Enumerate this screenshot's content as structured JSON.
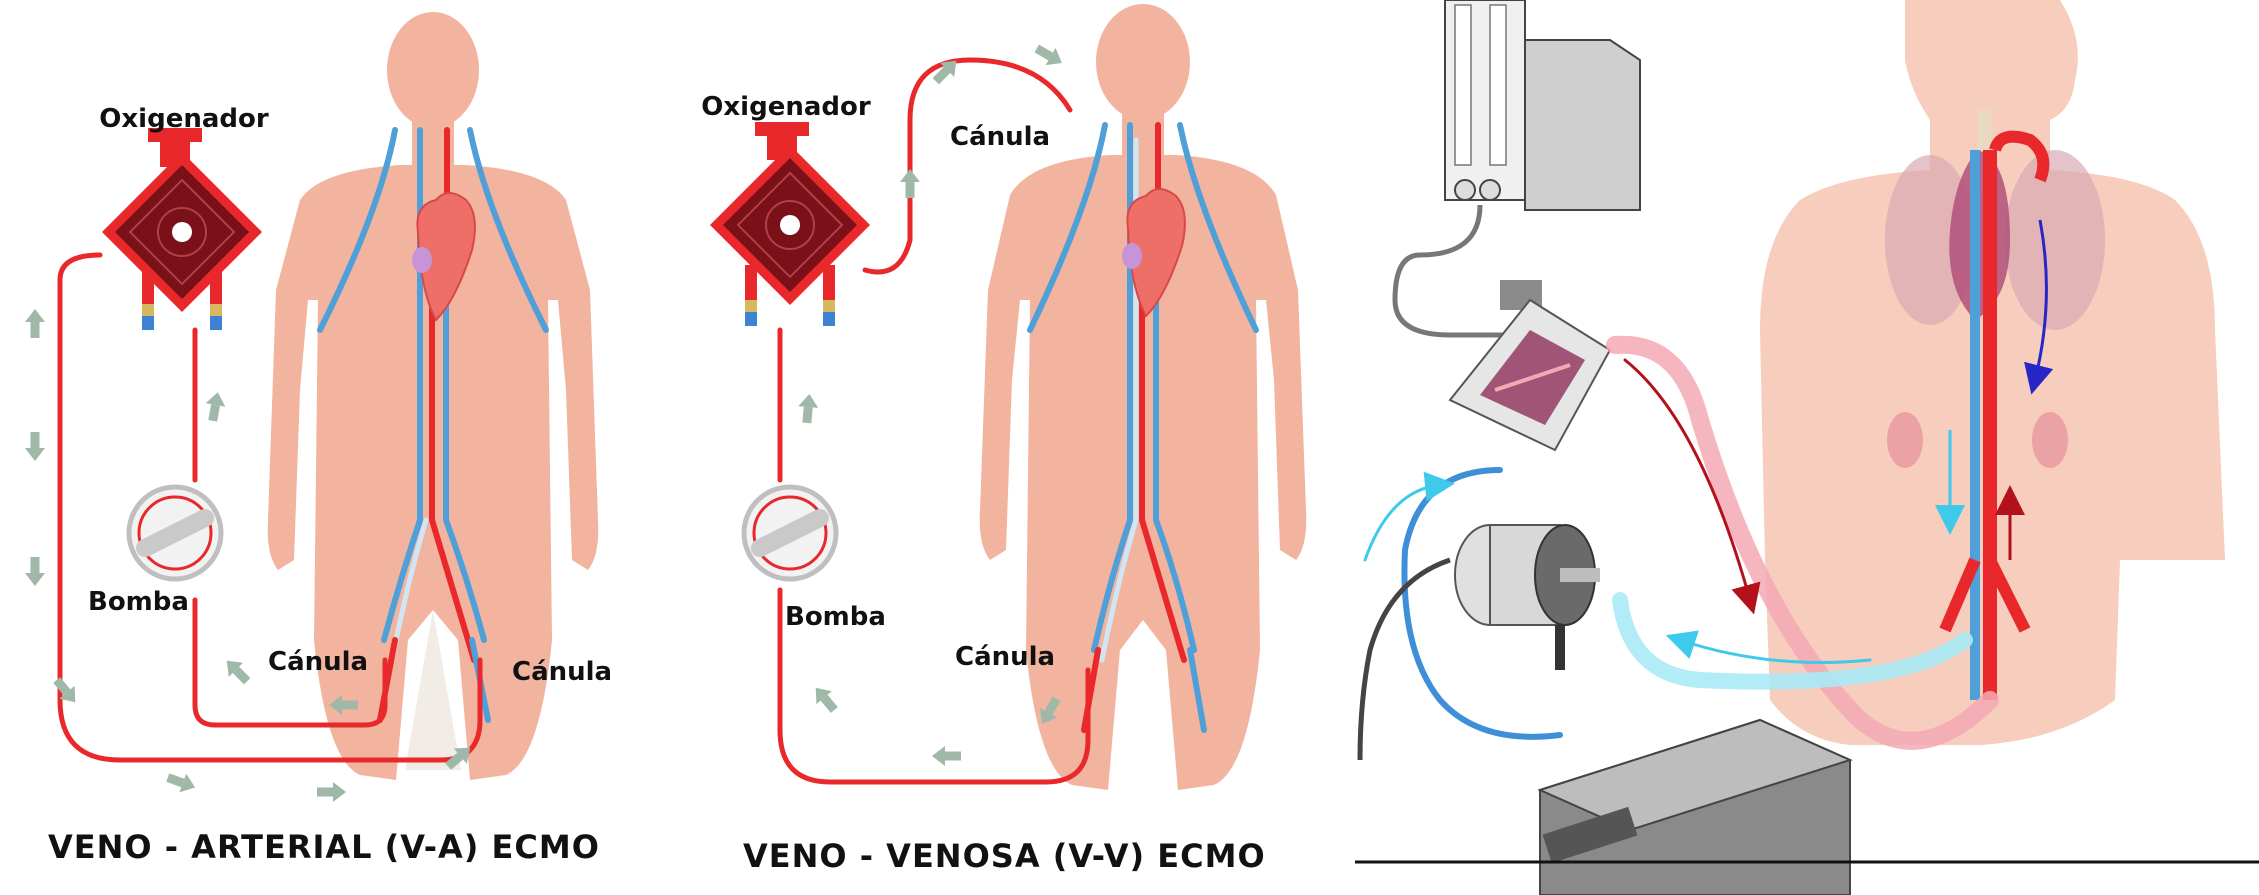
{
  "panel_va": {
    "oxygenator_label": "Oxigenador",
    "pump_label": "Bomba",
    "cannula_venous_label": "Cánula",
    "cannula_arterial_label": "Cánula",
    "title": "VENO - ARTERIAL (V-A) ECMO"
  },
  "panel_vv": {
    "oxygenator_label": "Oxigenador",
    "cannula_return_label": "Cánula",
    "pump_label": "Bomba",
    "cannula_drain_label": "Cánula",
    "title": "VENO - VENOSA (V-V) ECMO"
  },
  "colors": {
    "skin": "#f2b49f",
    "skin_light": "#f7cdbd",
    "artery": "#e8282b",
    "vein": "#4f9fd8",
    "oxygenator": "#7a1018",
    "flow_arrow": "#9fb8a8",
    "machine_gray": "#b8b8b8",
    "cyan_line": "#5ad7ef",
    "pink_tube": "#f3a9b5"
  }
}
